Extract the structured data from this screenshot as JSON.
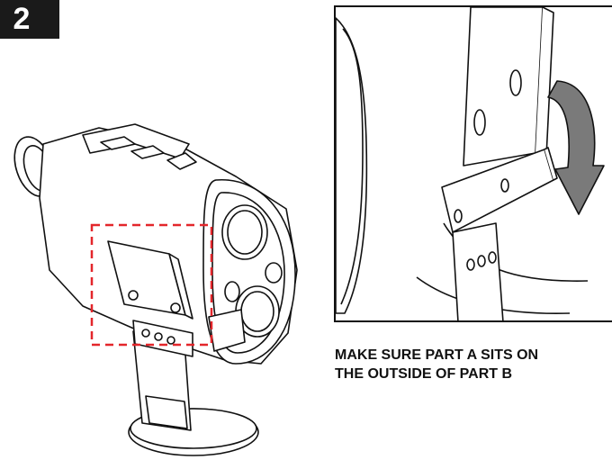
{
  "step": {
    "number": "2"
  },
  "illustration": {
    "highlight_color": "#e3262b",
    "arrow_color": "#7a7a7a",
    "line_color": "#111111"
  },
  "instruction": {
    "line1": "MAKE SURE PART A SITS ON",
    "line2": "THE OUTSIDE OF PART B"
  }
}
